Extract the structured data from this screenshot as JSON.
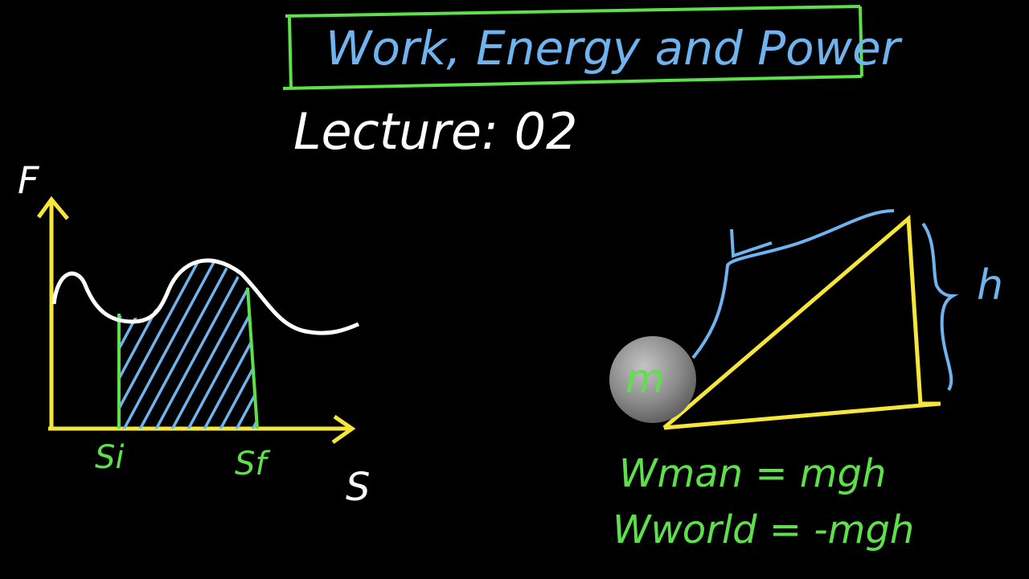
{
  "colors": {
    "background": "#000000",
    "title": "#6fb3ef",
    "frame": "#5ee04a",
    "white": "#ffffff",
    "yellow": "#f7e63a",
    "green": "#5ee04a",
    "blue": "#6fb3ef",
    "ball": "#8c8c8c"
  },
  "title": "Work, Energy and Power",
  "lecture": "Lecture: 02",
  "graph": {
    "y_axis_label": "F",
    "x_axis_label": "S",
    "start_label": "Si",
    "end_label": "Sf"
  },
  "incline": {
    "length_label": "L",
    "height_label": "h",
    "mass_label": "m"
  },
  "equations": {
    "line1": "Wman = mgh",
    "line2": "Wworld = -mgh"
  }
}
